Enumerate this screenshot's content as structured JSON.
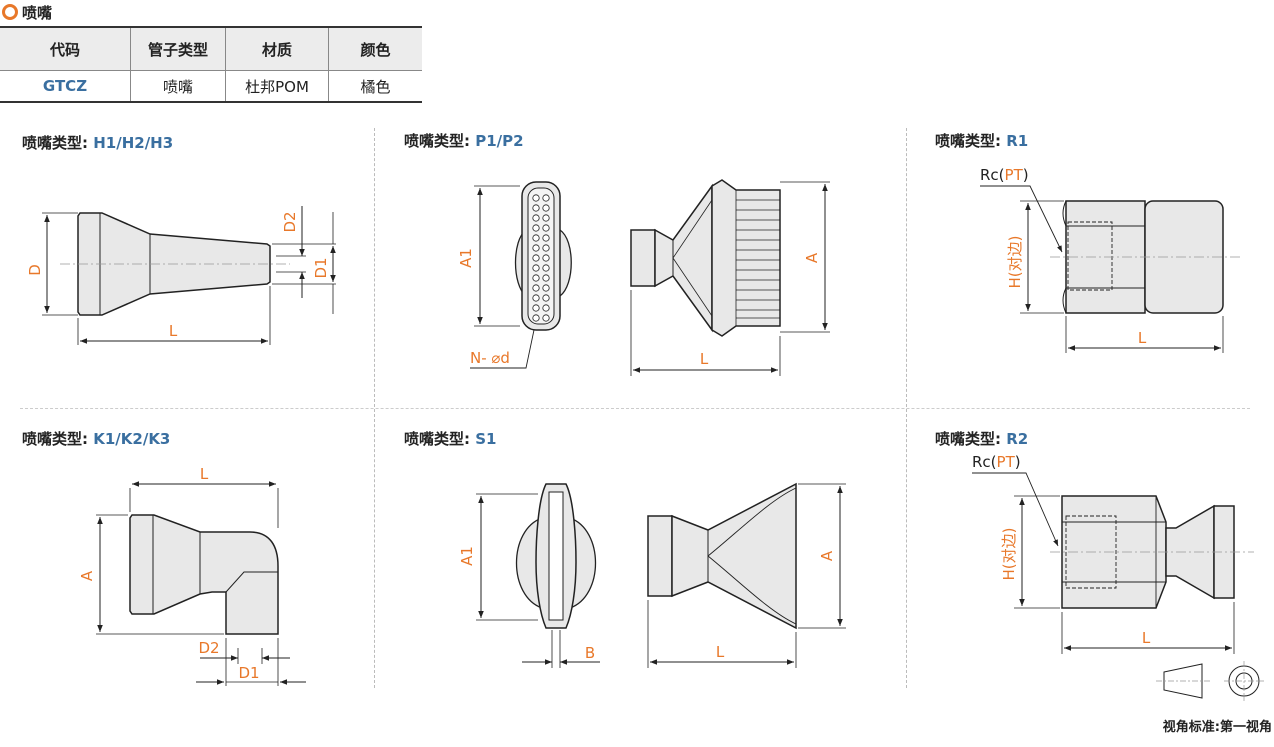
{
  "header": {
    "title": "喷嘴"
  },
  "spec_table": {
    "columns": [
      "代码",
      "管子类型",
      "材质",
      "颜色"
    ],
    "row": [
      "GTCZ",
      "喷嘴",
      "杜邦POM",
      "橘色"
    ]
  },
  "sections": [
    {
      "label": "喷嘴类型:",
      "types": "H1/H2/H3"
    },
    {
      "label": "喷嘴类型:",
      "types": "P1/P2"
    },
    {
      "label": "喷嘴类型:",
      "types": "R1"
    },
    {
      "label": "喷嘴类型:",
      "types": "K1/K2/K3"
    },
    {
      "label": "喷嘴类型:",
      "types": "S1"
    },
    {
      "label": "喷嘴类型:",
      "types": "R2"
    }
  ],
  "dims": {
    "h": {
      "d": "D",
      "d2": "D2",
      "d1": "D1",
      "l": "L"
    },
    "p": {
      "a1": "A1",
      "a": "A",
      "l": "L",
      "nd": "N- ⌀d"
    },
    "r1": {
      "rc": "Rc",
      "pt": "PT",
      "h": "H(对边)",
      "l": "L"
    },
    "k": {
      "l": "L",
      "a": "A",
      "d2": "D2",
      "d1": "D1"
    },
    "s": {
      "a1": "A1",
      "a": "A",
      "b": "B",
      "l": "L"
    },
    "r2": {
      "rc": "Rc",
      "pt": "PT",
      "h": "H(对边)",
      "l": "L"
    }
  },
  "footer": {
    "projection": "视角标准:第一视角"
  },
  "colors": {
    "accent": "#e8782a",
    "type_text": "#3a6fa0",
    "part_fill": "#e8e8e8",
    "line": "#222222"
  }
}
